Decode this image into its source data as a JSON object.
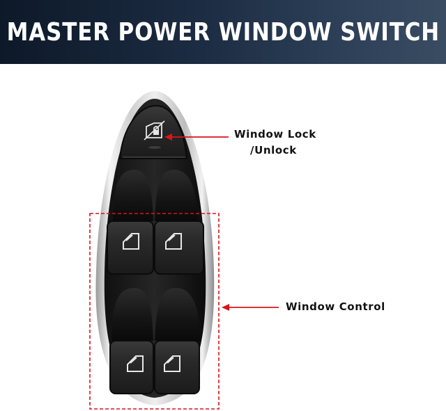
{
  "header": {
    "title": "MASTER POWER WINDOW SWITCH"
  },
  "callouts": {
    "lock_line1": "Window Lock",
    "lock_line2": "/Unlock",
    "control": "Window Control"
  },
  "colors": {
    "header_dark": "#0d1929",
    "header_light": "#3a4c62",
    "callout_red": "#d9141b",
    "switch_body": "#1a1a1a",
    "chrome_trim": "#d8d8d8"
  },
  "icons": {
    "lock": "window-lock-icon",
    "window": "window-glyph-icon"
  }
}
